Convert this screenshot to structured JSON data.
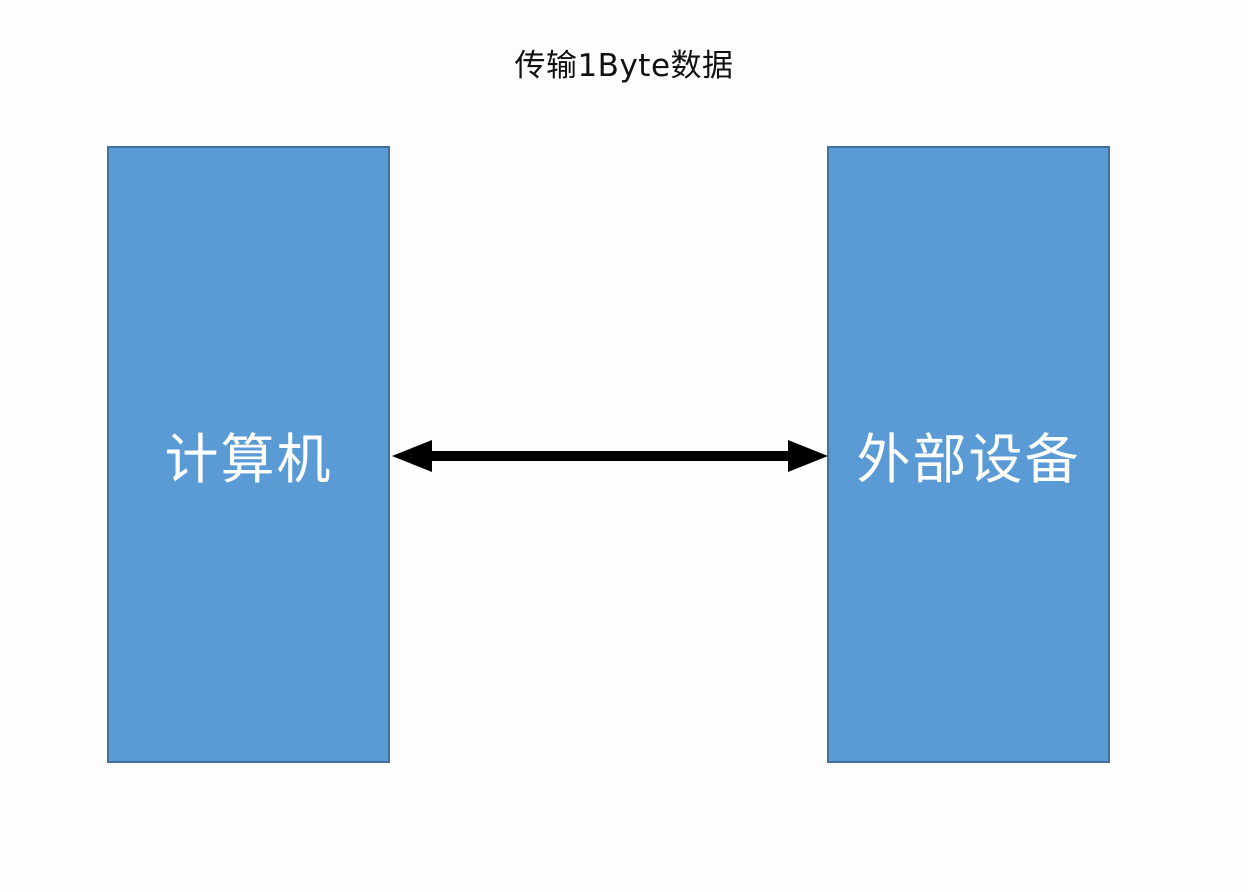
{
  "diagram": {
    "title": "传输1Byte数据",
    "nodes": [
      {
        "id": "computer",
        "label": "计算机"
      },
      {
        "id": "external-device",
        "label": "外部设备"
      }
    ],
    "connector": {
      "type": "double-headed-arrow",
      "from": "computer",
      "to": "external-device"
    },
    "colors": {
      "background": "#fdfdfd",
      "node_fill": "#5b9bd5",
      "node_border": "#41719c",
      "node_text": "#ffffff",
      "arrow": "#000000",
      "title_text": "#111111"
    }
  }
}
